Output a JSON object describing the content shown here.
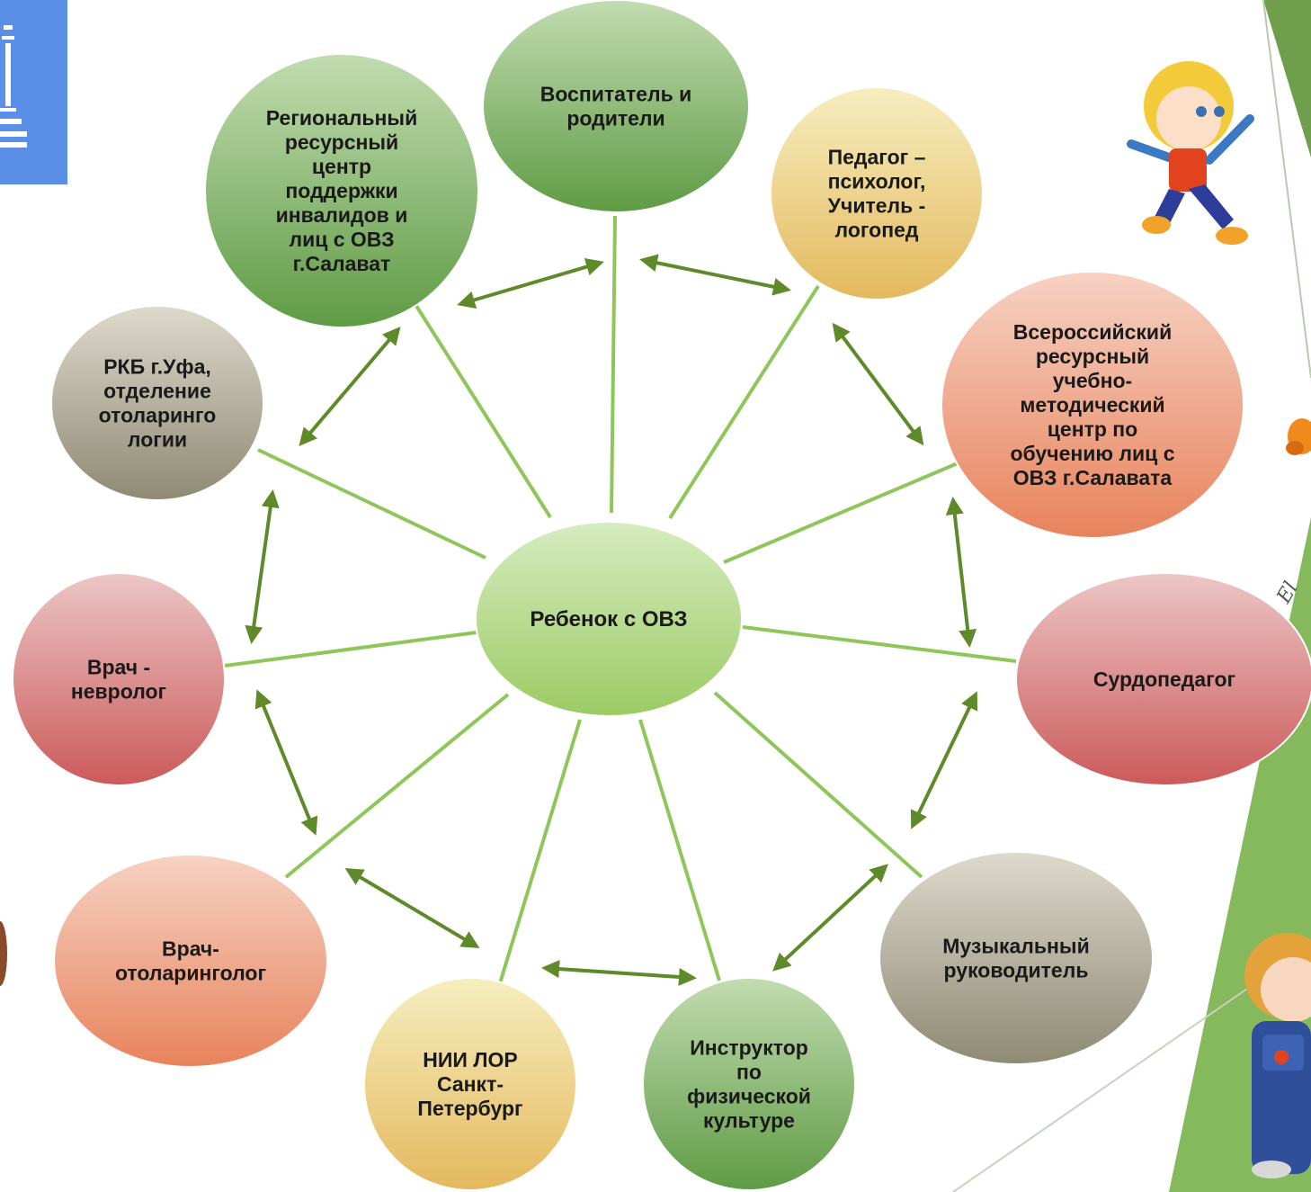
{
  "center": {
    "id": "center",
    "label": [
      "Ребенок  с ОВЗ"
    ],
    "color": "green-light"
  },
  "nodes": [
    {
      "id": "regional-center",
      "label": [
        "Региональный",
        "ресурсный",
        "центр",
        "поддержки",
        "инвалидов и",
        "лиц с ОВЗ",
        "г.Салават"
      ],
      "color": "green"
    },
    {
      "id": "educator-parents",
      "label": [
        "Воспитатель и",
        "родители"
      ],
      "color": "green"
    },
    {
      "id": "psychologist-logoped",
      "label": [
        "Педагог –",
        "психолог,",
        "Учитель -",
        "логопед"
      ],
      "color": "yellow"
    },
    {
      "id": "all-russian-center",
      "label": [
        "Всероссийский",
        "ресурсный",
        "учебно-",
        "методический",
        "центр по",
        "обучению лиц с",
        "ОВЗ г.Салавата"
      ],
      "color": "salmon"
    },
    {
      "id": "surdopedagog",
      "label": [
        "Сурдопедагог"
      ],
      "color": "red"
    },
    {
      "id": "music-director",
      "label": [
        "Музыкальный",
        "руководитель"
      ],
      "color": "taupe"
    },
    {
      "id": "pe-instructor",
      "label": [
        "Инструктор",
        "по",
        "физической",
        "культуре"
      ],
      "color": "green"
    },
    {
      "id": "nii-lor",
      "label": [
        "НИИ ЛОР",
        "Санкт-",
        "Петербург"
      ],
      "color": "yellow"
    },
    {
      "id": "otolaryngologist",
      "label": [
        "Врач-",
        "отоларинголог"
      ],
      "color": "salmon"
    },
    {
      "id": "neurologist",
      "label": [
        "Врач -",
        "невролог"
      ],
      "color": "red"
    },
    {
      "id": "rkb-ufa",
      "label": [
        "РКБ г.Уфа,",
        "отделение",
        "отоларинго",
        "логии"
      ],
      "color": "taupe"
    }
  ],
  "palette": {
    "green": [
      "#c2dcb0",
      "#5f9b45"
    ],
    "green-light": [
      "#d6ecc0",
      "#9ccb64"
    ],
    "yellow": [
      "#f6eec0",
      "#e4b95e"
    ],
    "salmon": [
      "#f6d2c4",
      "#e8835c"
    ],
    "red": [
      "#ecc6c6",
      "#cc5a5a"
    ],
    "taupe": [
      "#ddd9cc",
      "#8f8a74"
    ],
    "spoke": "#8fc65a",
    "arrow": "#5e8a2a",
    "accent-blue": "#5b8ee6",
    "accent-green": "#7fae57"
  },
  "icons": {
    "logo": "building-icon",
    "decor_top_right": "running-boy-icon",
    "decor_bottom_right": "boy-overalls-icon"
  }
}
